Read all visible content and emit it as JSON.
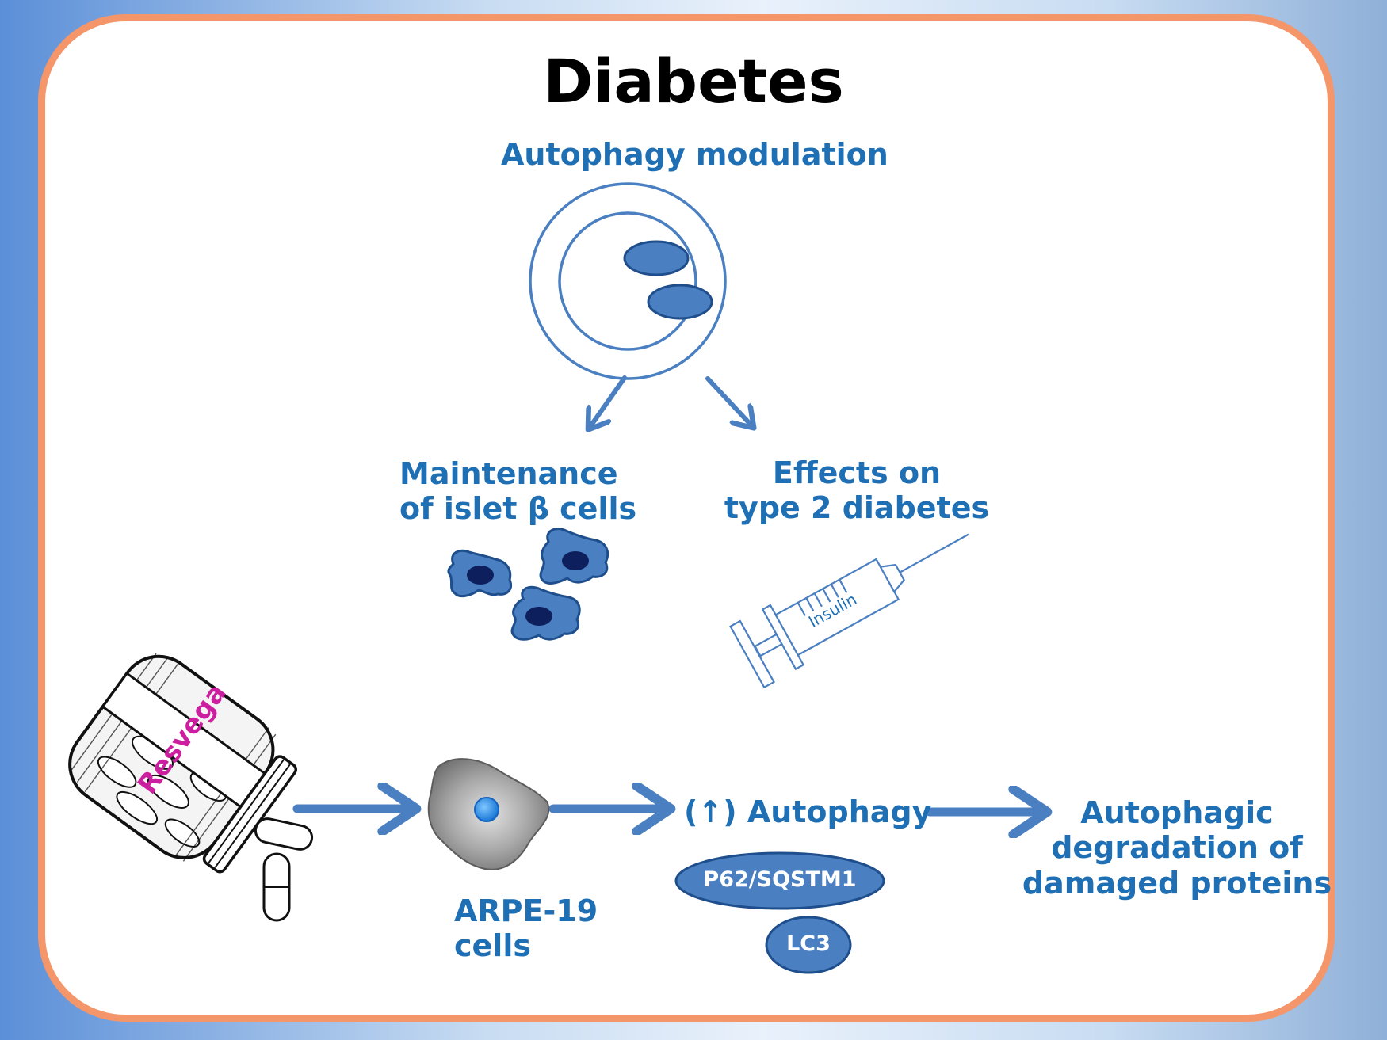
{
  "title": "Diabetes",
  "autophagy_modulation": "Autophagy modulation",
  "maintenance_line1": "Maintenance",
  "maintenance_line2": "of islet β cells",
  "effects_line1": "Effects on",
  "effects_line2": "type 2 diabetes",
  "syringe_label": "Insulin",
  "bottle_label": "Resvega",
  "cell_line1": "ARPE-19",
  "cell_line2": "cells",
  "autophagy_increase": "(↑) Autophagy",
  "marker_p62": "P62/SQSTM1",
  "marker_lc3": "LC3",
  "degradation_line1": "Autophagic",
  "degradation_line2": "degradation of",
  "degradation_line3": "damaged proteins",
  "colors": {
    "text_blue": "#1f6fb5",
    "shape_blue": "#4a7fc1",
    "border_orange": "#f4956a",
    "dark_navy": "#0d1f5c",
    "resvega_magenta": "#cc1fa0"
  }
}
